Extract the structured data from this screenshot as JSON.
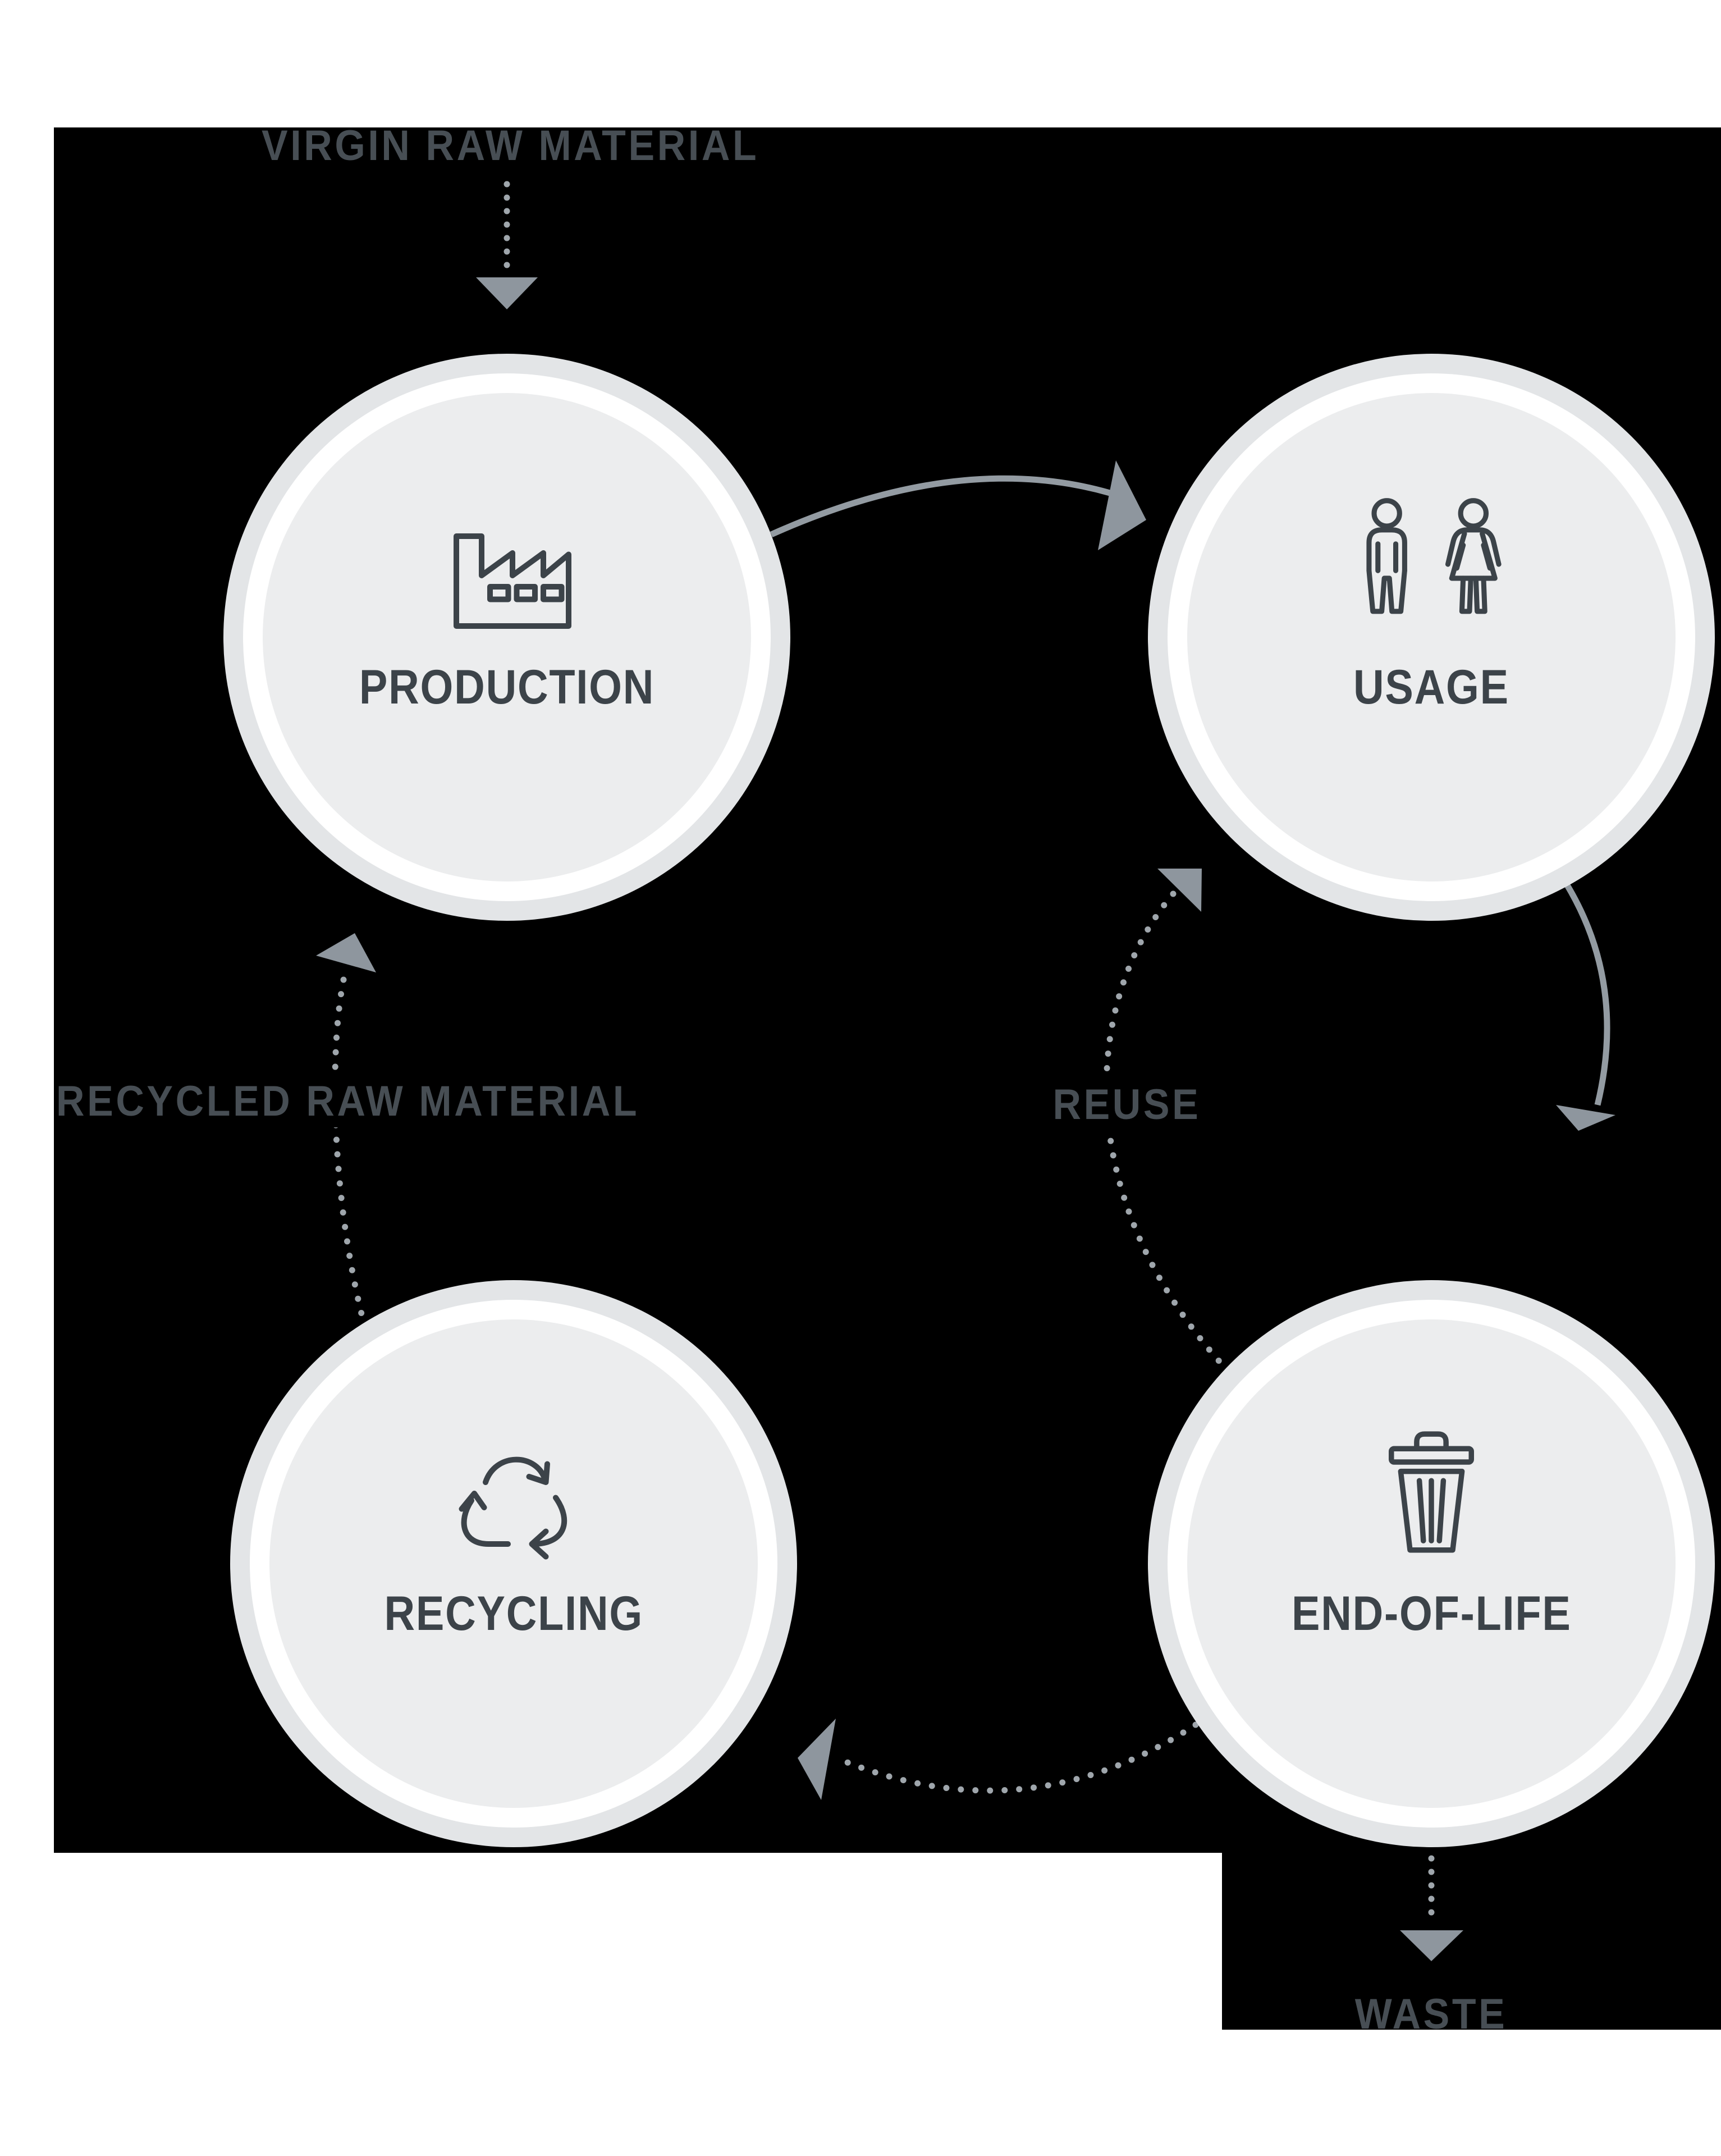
{
  "meta": {
    "diagram": "product-lifecycle-circular-economy"
  },
  "colors": {
    "page_bg": "#ffffff",
    "panel_bg": "#000000",
    "circle_fill": "#ECEDEE",
    "circle_ring_inner": "#FFFFFF",
    "circle_ring_outer": "#E3E5E7",
    "icon_stroke": "#3C4349",
    "node_label_text": "#3C4349",
    "flow_label_text": "#474E54",
    "arrow_solid": "#939BA2",
    "arrow_dots": "#9FA6AC",
    "arrow_head": "#8E969E"
  },
  "stages": [
    {
      "id": "production",
      "label": "PRODUCTION",
      "icon": "factory-icon"
    },
    {
      "id": "usage",
      "label": "USAGE",
      "icon": "people-icon"
    },
    {
      "id": "recycling",
      "label": "RECYCLING",
      "icon": "recycle-icon"
    },
    {
      "id": "end-of-life",
      "label": "END-OF-LIFE",
      "icon": "trash-icon"
    }
  ],
  "flows": [
    {
      "id": "virgin-raw-material",
      "label": "VIRGIN RAW MATERIAL",
      "style": "dotted",
      "from": "external",
      "to": "production"
    },
    {
      "id": "production-to-usage",
      "label": "",
      "style": "solid",
      "from": "production",
      "to": "usage"
    },
    {
      "id": "usage-to-end-of-life",
      "label": "",
      "style": "solid",
      "from": "usage",
      "to": "end-of-life"
    },
    {
      "id": "end-of-life-to-recycling",
      "label": "",
      "style": "dotted",
      "from": "end-of-life",
      "to": "recycling"
    },
    {
      "id": "recycled-raw-material",
      "label": "RECYCLED RAW MATERIAL",
      "style": "dotted",
      "from": "recycling",
      "to": "production"
    },
    {
      "id": "reuse",
      "label": "REUSE",
      "style": "dotted",
      "from": "end-of-life",
      "to": "usage"
    },
    {
      "id": "waste",
      "label": "WASTE",
      "style": "dotted",
      "from": "end-of-life",
      "to": "external"
    }
  ]
}
